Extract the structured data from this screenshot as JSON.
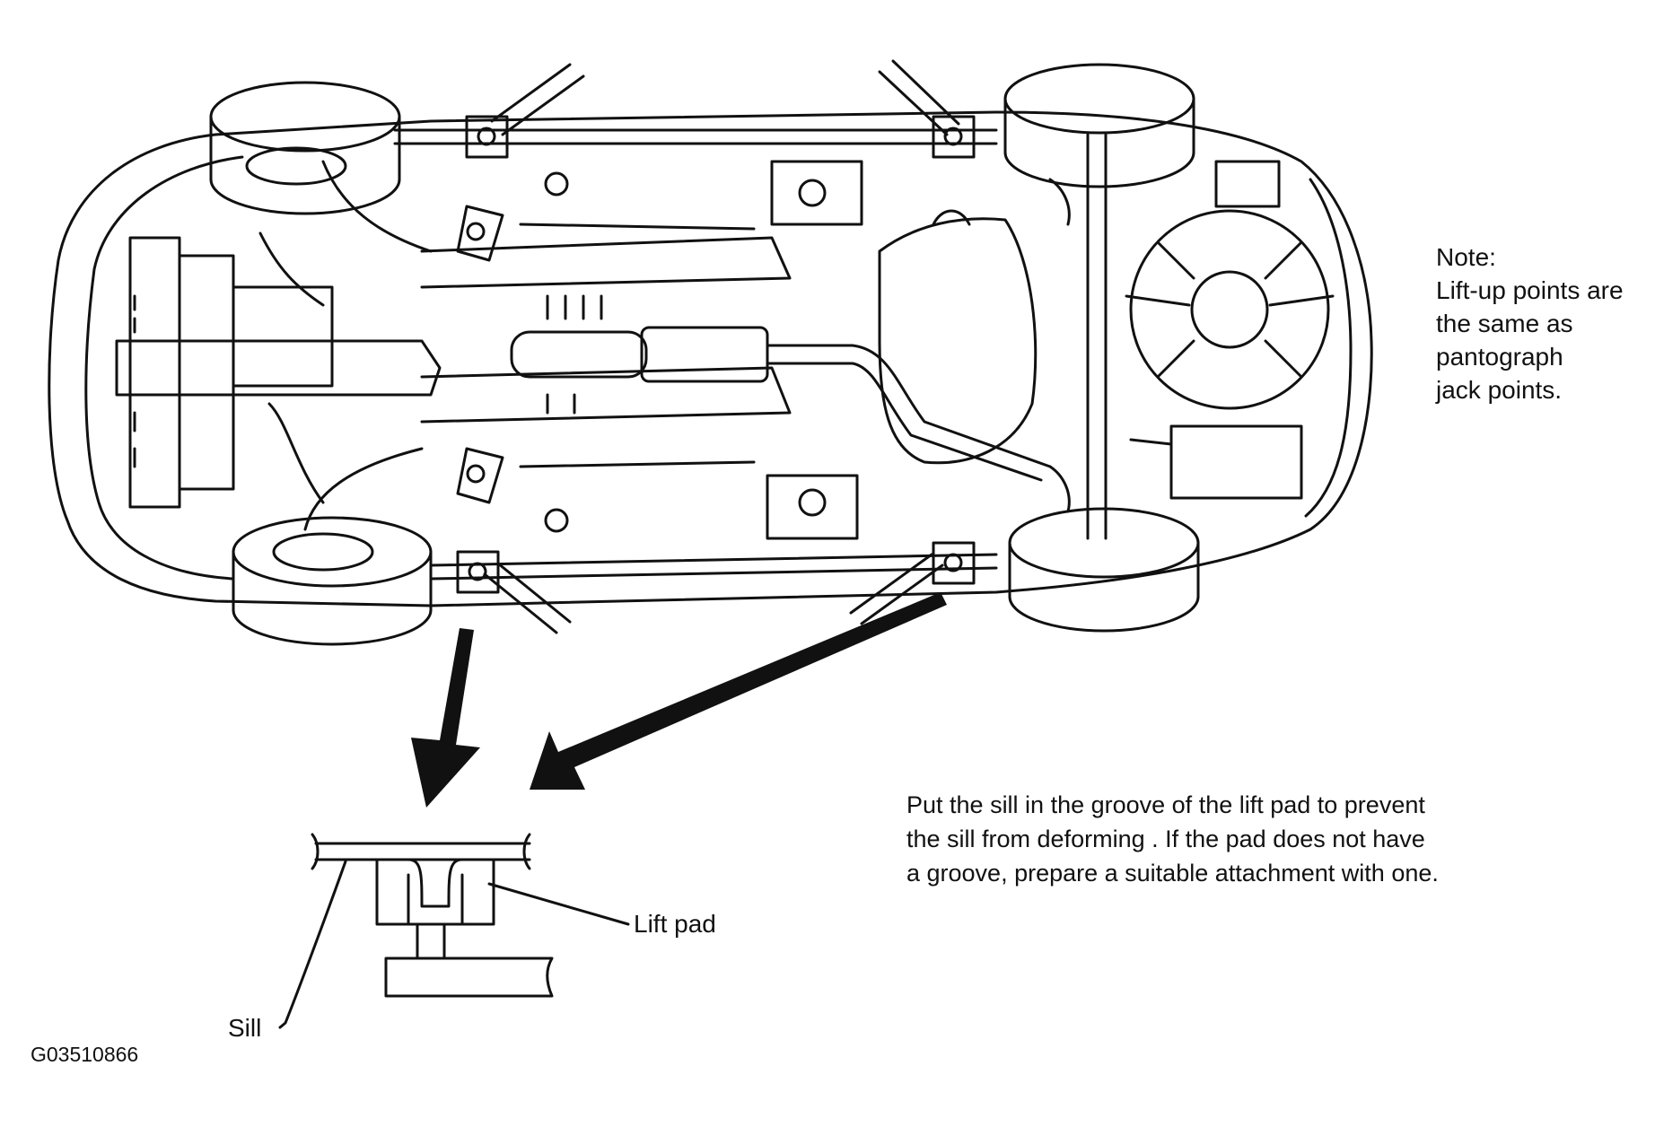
{
  "note": {
    "title": "Note:",
    "lines": [
      "Lift-up points are",
      "the same as",
      "pantograph",
      "jack points."
    ]
  },
  "instruction": {
    "lines": [
      "Put the sill in the groove of the lift pad to prevent",
      "the sill from deforming . If the pad does not have",
      "a groove, prepare a suitable attachment with one."
    ]
  },
  "labels": {
    "lift_pad": "Lift pad",
    "sill": "Sill"
  },
  "figure_code": "G03510866",
  "colors": {
    "ink": "#111111",
    "paper": "#ffffff"
  }
}
